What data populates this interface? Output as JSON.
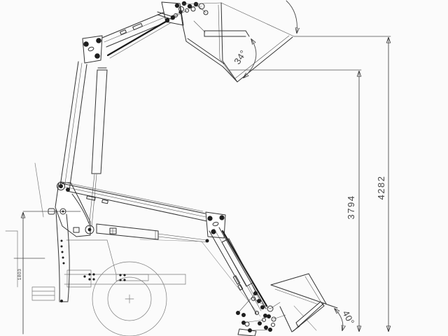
{
  "diagram": {
    "type": "technical-line-drawing",
    "subject": "front-loader-lift-geometry",
    "annotations": {
      "angle_top": "34°",
      "angle_bottom": "40°",
      "dim_inner_height": "3794",
      "dim_outer_height": "4282",
      "dim_left_height": "1803"
    },
    "colors": {
      "line": "#333333",
      "thin_line": "#7a7a7a",
      "dimension": "#4d4d4d",
      "text": "#454545",
      "background": "#fbfbfb"
    }
  }
}
